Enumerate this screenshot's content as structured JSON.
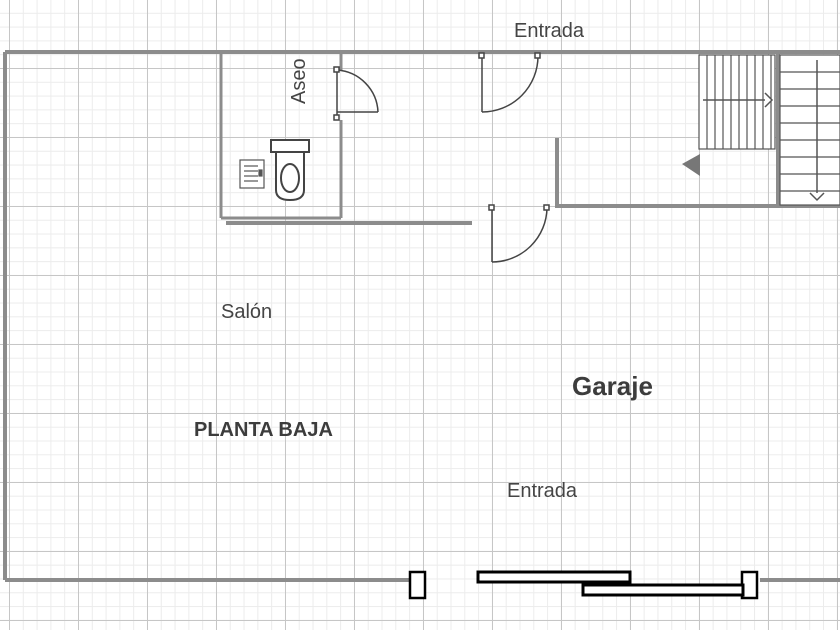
{
  "plan": {
    "labels": {
      "entrada_top": "Entrada",
      "entrada_bottom": "Entrada",
      "salon": "Salón",
      "garaje": "Garaje",
      "planta_baja": "PLANTA BAJA",
      "aseo": "Aseo"
    },
    "colors": {
      "wall": "#8c8c8c",
      "grid_major": "#c6c6c6",
      "grid_minor": "#ececec",
      "text": "#444444",
      "fixture": "#555555"
    },
    "icons": [
      "toilet-icon",
      "sink-icon",
      "door-swing-icon",
      "stairs-icon",
      "stair-arrow-icon",
      "sliding-gate-icon"
    ]
  }
}
